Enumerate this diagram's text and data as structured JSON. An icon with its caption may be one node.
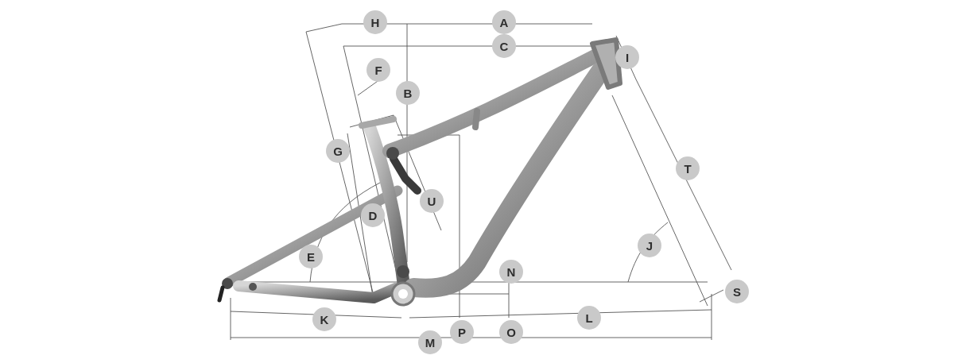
{
  "diagram": {
    "nodes": [
      {
        "text": [
          "H"
        ]
      },
      {
        "text": [
          "A"
        ]
      },
      {
        "text": [
          "C"
        ]
      },
      {
        "text": [
          "I"
        ]
      },
      {
        "text": [
          "F"
        ]
      },
      {
        "text": [
          "B"
        ]
      },
      {
        "text": [
          "G"
        ]
      },
      {
        "text": [
          "T"
        ]
      },
      {
        "text": [
          "U"
        ]
      },
      {
        "text": [
          "D"
        ]
      },
      {
        "text": [
          "J"
        ]
      },
      {
        "text": [
          "E"
        ]
      },
      {
        "text": [
          "N"
        ]
      },
      {
        "text": [
          "S"
        ]
      },
      {
        "text": [
          "L"
        ]
      },
      {
        "text": [
          "K"
        ]
      },
      {
        "text": [
          "P"
        ]
      },
      {
        "text": [
          "O"
        ]
      },
      {
        "text": [
          "M"
        ]
      }
    ]
  }
}
